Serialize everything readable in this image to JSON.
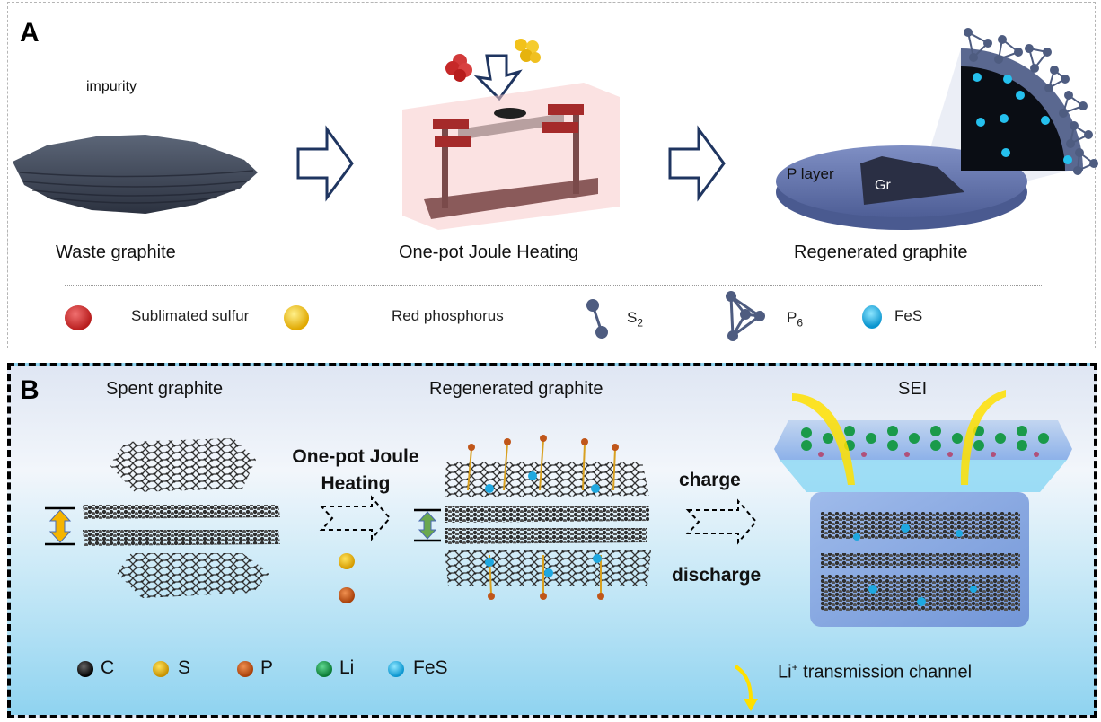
{
  "panel_a": {
    "letter": "A",
    "stages": [
      {
        "caption": "Waste graphite",
        "annotation": "impurity"
      },
      {
        "caption": "One-pot Joule Heating"
      },
      {
        "caption": "Regenerated graphite",
        "labels": [
          "P layer",
          "Gr"
        ]
      }
    ],
    "legend": [
      {
        "icon": "red-sphere-icon",
        "label": "Sublimated sulfur",
        "color": "#d23a3a"
      },
      {
        "icon": "yellow-sphere-icon",
        "label": "Red phosphorus",
        "color": "#f0c020"
      },
      {
        "icon": "s2-molecule-icon",
        "label": "S",
        "subscript": "2",
        "color": "#4e5c80"
      },
      {
        "icon": "p6-molecule-icon",
        "label": "P",
        "subscript": "6",
        "color": "#4e5c80"
      },
      {
        "icon": "cyan-sphere-icon",
        "label": "FeS",
        "color": "#1fb0e0"
      }
    ]
  },
  "panel_b": {
    "letter": "B",
    "titles": [
      "Spent graphite",
      "Regenerated graphite",
      "SEI"
    ],
    "process_label_line1": "One-pot Joule",
    "process_label_line2": "Heating",
    "charge_label": "charge",
    "discharge_label": "discharge",
    "channel_label": "Li",
    "channel_superscript": "+",
    "channel_label_rest": " transmission channel",
    "legend": [
      {
        "icon": "carbon-atom-icon",
        "label": "C",
        "color": "#1a1a1a"
      },
      {
        "icon": "sulfur-atom-icon",
        "label": "S",
        "color": "#e8b010"
      },
      {
        "icon": "phosphorus-atom-icon",
        "label": "P",
        "color": "#c0561a"
      },
      {
        "icon": "lithium-atom-icon",
        "label": "Li",
        "color": "#1a9a4a"
      },
      {
        "icon": "fes-atom-icon",
        "label": "FeS",
        "color": "#1fa8e0"
      }
    ]
  },
  "colors": {
    "arrow_outline": "#1f3560",
    "spacing_arrow_spent": "#f5b400",
    "spacing_arrow_regen": "#6aa84f",
    "li_channel_arrow": "#ffe000"
  }
}
